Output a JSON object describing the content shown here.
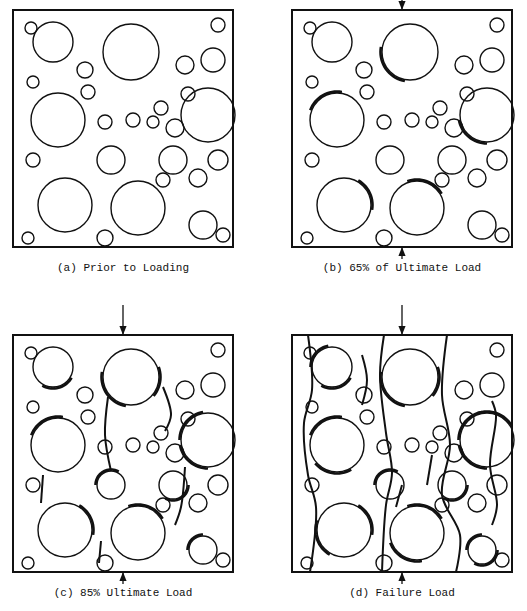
{
  "diagram": {
    "labels": [
      "(a) Prior to Loading",
      "(b) 65% of Ultimate Load",
      "(c) 85% Ultimate Load",
      "(d) Failure Load"
    ]
  }
}
